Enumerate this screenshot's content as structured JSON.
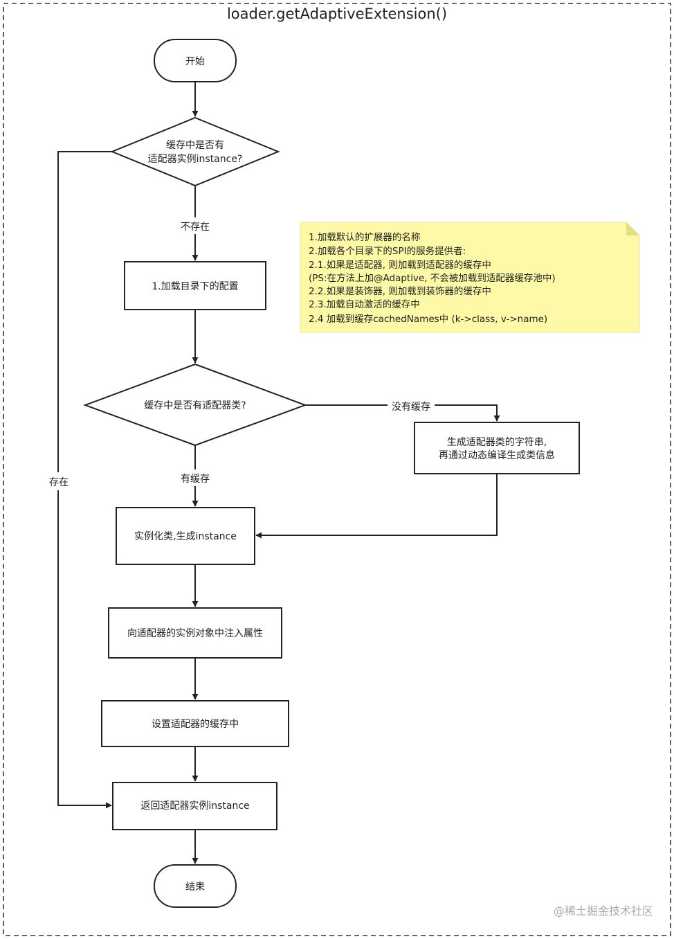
{
  "title": "loader.getAdaptiveExtension()",
  "nodes": {
    "start": "开始",
    "decision_cache_instance": [
      "缓存中是否有",
      "适配器实例instance?"
    ],
    "load_config": "1.加载目录下的配置",
    "decision_cache_class": "缓存中是否有适配器类?",
    "generate_class": [
      "生成适配器类的字符串,",
      "再通过动态编译生成类信息"
    ],
    "instantiate": "实例化类,生成instance",
    "inject": "向适配器的实例对象中注入属性",
    "set_cache": "设置适配器的缓存中",
    "return_instance": "返回适配器实例instance",
    "end": "结束"
  },
  "edge_labels": {
    "not_exist": "不存在",
    "exist": "存在",
    "no_cache": "没有缓存",
    "has_cache": "有缓存"
  },
  "note": {
    "lines": [
      "1.加载默认的扩展器的名称",
      "2.加载各个目录下的SPI的服务提供者:",
      "2.1.如果是适配器, 则加载到适配器的缓存中",
      "(PS:在方法上加@Adaptive, 不会被加载到适配器缓存池中)",
      "2.2.如果是装饰器, 则加载到装饰器的缓存中",
      "2.3.加载自动激活的缓存中",
      "2.4 加载到缓存cachedNames中 (k->class, v->name)"
    ],
    "fill": "#fdf9a6",
    "fold_fill": "#e4df86"
  },
  "watermark": "@稀土掘金技术社区"
}
